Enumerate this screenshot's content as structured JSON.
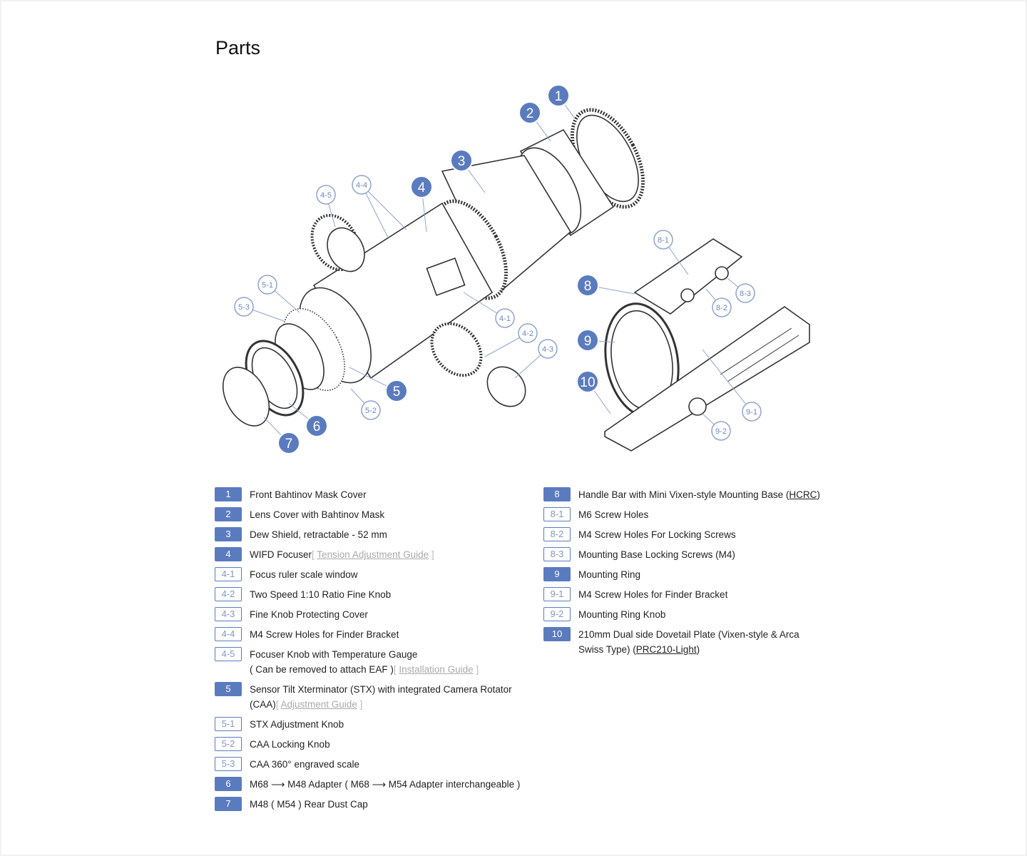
{
  "title": "Parts",
  "accent_color": "#5b7bbf",
  "diagram": {
    "callouts": [
      {
        "label": "1",
        "style": "main"
      },
      {
        "label": "2",
        "style": "main"
      },
      {
        "label": "3",
        "style": "main"
      },
      {
        "label": "4",
        "style": "main"
      },
      {
        "label": "4-4",
        "style": "sub"
      },
      {
        "label": "4-5",
        "style": "sub"
      },
      {
        "label": "5-1",
        "style": "sub"
      },
      {
        "label": "5-3",
        "style": "sub"
      },
      {
        "label": "4-1",
        "style": "sub"
      },
      {
        "label": "4-2",
        "style": "sub"
      },
      {
        "label": "4-3",
        "style": "sub"
      },
      {
        "label": "5",
        "style": "main"
      },
      {
        "label": "5-2",
        "style": "sub"
      },
      {
        "label": "6",
        "style": "main"
      },
      {
        "label": "7",
        "style": "main"
      },
      {
        "label": "8-1",
        "style": "sub"
      },
      {
        "label": "8",
        "style": "main"
      },
      {
        "label": "8-3",
        "style": "sub"
      },
      {
        "label": "8-2",
        "style": "sub"
      },
      {
        "label": "9",
        "style": "main"
      },
      {
        "label": "10",
        "style": "main"
      },
      {
        "label": "9-1",
        "style": "sub"
      },
      {
        "label": "9-2",
        "style": "sub"
      }
    ]
  },
  "left_list": [
    {
      "badge": "1",
      "style": "main",
      "text": "Front Bahtinov Mask Cover"
    },
    {
      "badge": "2",
      "style": "main",
      "text": "Lens Cover with Bahtinov Mask"
    },
    {
      "badge": "3",
      "style": "main",
      "text": "Dew Shield, retractable - 52 mm"
    },
    {
      "badge": "4",
      "style": "main",
      "text": "WIFD Focuser",
      "link": "Tension Adjustment Guide"
    },
    {
      "badge": "4-1",
      "style": "sub",
      "text": "Focus ruler scale window"
    },
    {
      "badge": "4-2",
      "style": "sub",
      "text": "Two Speed 1:10 Ratio Fine Knob"
    },
    {
      "badge": "4-3",
      "style": "sub",
      "text": "Fine Knob Protecting Cover"
    },
    {
      "badge": "4-4",
      "style": "sub",
      "text": "M4 Screw Holes for Finder Bracket"
    },
    {
      "badge": "4-5",
      "style": "sub",
      "text": "Focuser Knob with Temperature Gauge",
      "text2": "( Can be removed to attach EAF )",
      "link": "Installation Guide"
    },
    {
      "badge": "5",
      "style": "main",
      "text": "Sensor Tilt Xterminator (STX) with integrated Camera Rotator",
      "text2": "(CAA)",
      "link": "Adjustment Guide"
    },
    {
      "badge": "5-1",
      "style": "sub",
      "text": "STX Adjustment Knob"
    },
    {
      "badge": "5-2",
      "style": "sub",
      "text": "CAA Locking Knob"
    },
    {
      "badge": "5-3",
      "style": "sub",
      "text": "CAA 360° engraved scale"
    },
    {
      "badge": "6",
      "style": "main",
      "text": "M68 ⟶ M48 Adapter ( M68 ⟶ M54 Adapter interchangeable )"
    },
    {
      "badge": "7",
      "style": "main",
      "text": "M48 ( M54 ) Rear Dust Cap"
    }
  ],
  "right_list": [
    {
      "badge": "8",
      "style": "main",
      "text": "Handle Bar with Mini Vixen-style Mounting Base (",
      "ul": "HCRC",
      "tail": ")"
    },
    {
      "badge": "8-1",
      "style": "sub",
      "text": "M6 Screw Holes"
    },
    {
      "badge": "8-2",
      "style": "sub",
      "text": "M4 Screw Holes For Locking Screws"
    },
    {
      "badge": "8-3",
      "style": "sub",
      "text": "Mounting Base Locking Screws (M4)"
    },
    {
      "badge": "9",
      "style": "main",
      "text": "Mounting Ring"
    },
    {
      "badge": "9-1",
      "style": "sub",
      "text": "M4 Screw Holes for Finder Bracket"
    },
    {
      "badge": "9-2",
      "style": "sub",
      "text": "Mounting Ring Knob"
    },
    {
      "badge": "10",
      "style": "main",
      "text": "210mm Dual side Dovetail Plate (Vixen-style & Arca",
      "text2": "Swiss Type) (",
      "ul": "PRC210-Light",
      "tail": ")"
    }
  ]
}
